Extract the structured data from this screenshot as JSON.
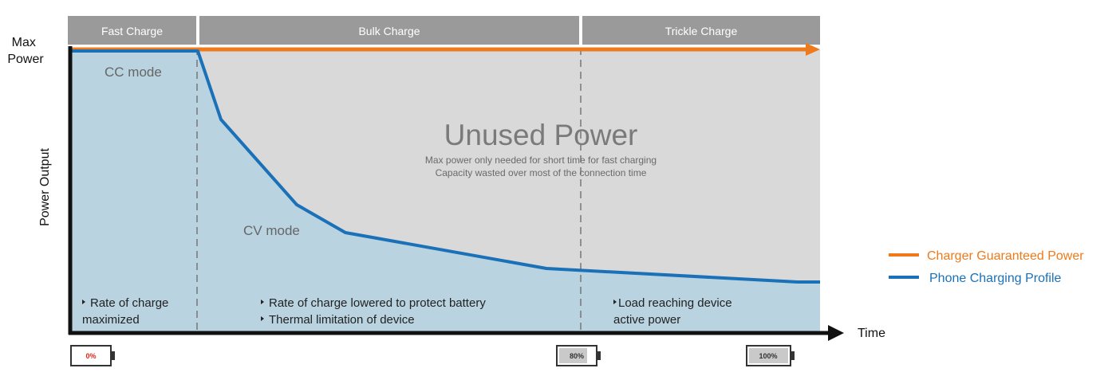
{
  "y_axis": {
    "max_label_line1": "Max",
    "max_label_line2": "Power",
    "title": "Power Output"
  },
  "x_axis": {
    "title": "Time"
  },
  "phases": [
    {
      "label": "Fast Charge"
    },
    {
      "label": "Bulk Charge"
    },
    {
      "label": "Trickle Charge"
    }
  ],
  "annotations": {
    "cc_mode": "CC mode",
    "cv_mode": "CV mode",
    "unused_power_title": "Unused Power",
    "unused_power_line1": "Max power only needed for short time for fast charging",
    "unused_power_line2": "Capacity wasted over most of the connection time"
  },
  "notes": {
    "fast": {
      "line1": "Rate of charge",
      "line2": "maximized"
    },
    "bulk": {
      "line1": "Rate of charge lowered to protect battery",
      "line2": "Thermal limitation of device"
    },
    "trickle": {
      "line1": "Load reaching device",
      "line2": "active power"
    }
  },
  "batteries": [
    {
      "label": "0%",
      "level": 0,
      "label_color": "#e0261b"
    },
    {
      "label": "80%",
      "level": 80,
      "label_color": "#333333"
    },
    {
      "label": "100%",
      "level": 100,
      "label_color": "#333333"
    }
  ],
  "legend": [
    {
      "label": "Charger Guaranteed Power",
      "color": "#ee7a1b"
    },
    {
      "label": "Phone Charging Profile",
      "color": "#1a71b8"
    }
  ],
  "colors": {
    "charger": "#ee7a1b",
    "profile": "#1a71b8",
    "used_area": "#b9d3e0",
    "unused_area": "#d9d9d9",
    "phase_header": "#9a9a9a",
    "axis": "#111111"
  }
}
